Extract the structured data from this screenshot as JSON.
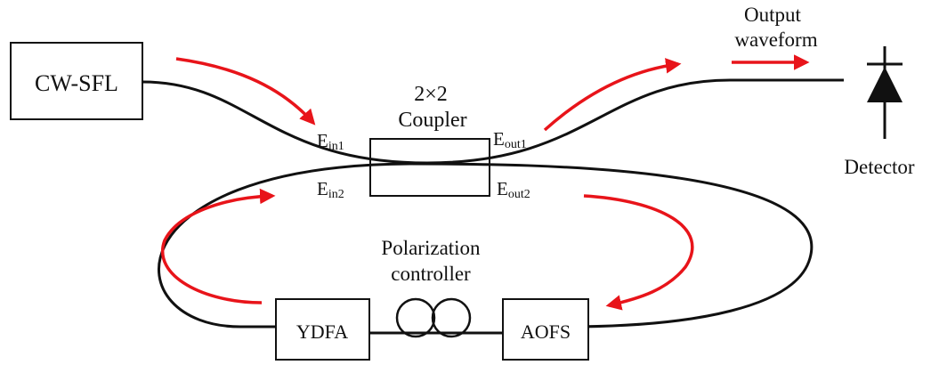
{
  "components": {
    "source": "CW-SFL",
    "coupler_line1": "2×2",
    "coupler_line2": "Coupler",
    "amplifier": "YDFA",
    "shifter": "AOFS",
    "pc_line1": "Polarization",
    "pc_line2": "controller",
    "output_line1": "Output",
    "output_line2": "waveform",
    "detector": "Detector"
  },
  "ports": {
    "in1": {
      "main": "E",
      "sub": "in1"
    },
    "in2": {
      "main": "E",
      "sub": "in2"
    },
    "out1": {
      "main": "E",
      "sub": "out1"
    },
    "out2": {
      "main": "E",
      "sub": "out2"
    }
  },
  "colors": {
    "arrow": "#e8141a",
    "line": "#111111",
    "background": "#ffffff"
  }
}
